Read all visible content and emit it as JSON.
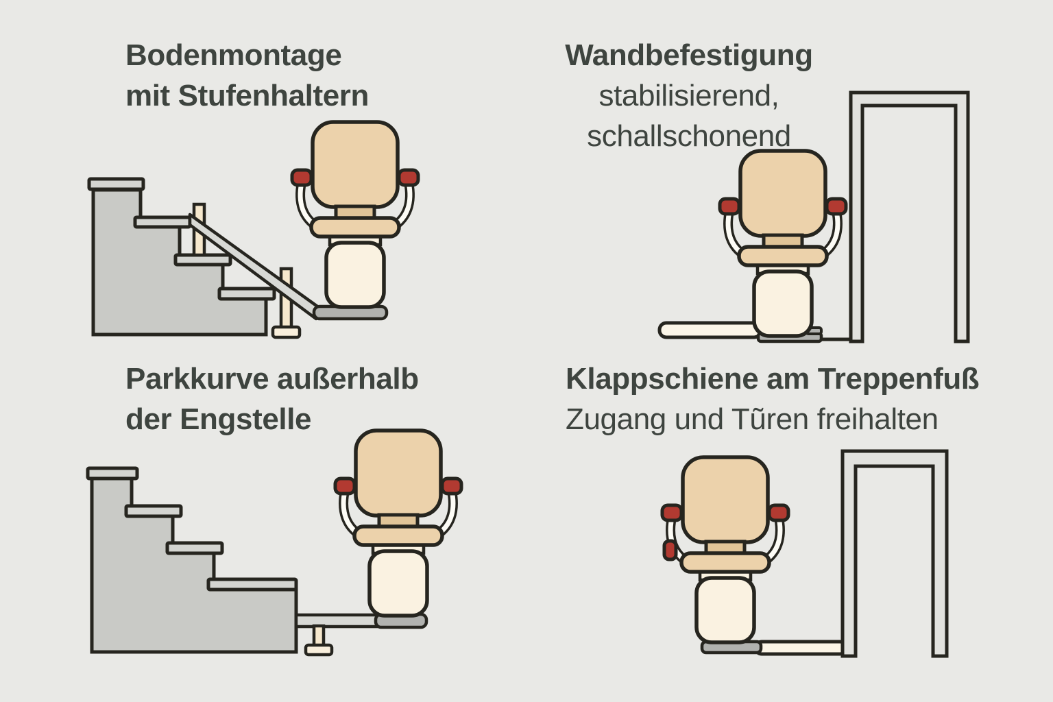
{
  "panels": {
    "top_left": {
      "line1": "Bodenmontage",
      "line2": "mit Stufenhaltern",
      "illustration": "staircase-with-floor-mounted-rail-on-step-posts-and-stairlift-chair"
    },
    "top_right": {
      "line1": "Wandbefestigung",
      "line2": "stabilisierend,",
      "line3": "schallschonend",
      "illustration": "stairlift-chair-on-wall-mounted-rail-beside-door-frame"
    },
    "bottom_left": {
      "line1": "Parkkurve außerhalb",
      "line2": "der Engstelle",
      "illustration": "staircase-with-park-curve-rail-and-stairlift-chair"
    },
    "bottom_right": {
      "line1": "Klappschiene am Treppenfuß",
      "line2": "Zugang und Tũren freihalten",
      "illustration": "stairlift-chair-with-folding-rail-at-stair-base-keeping-door-clear"
    }
  },
  "icons": {
    "staircase": "staircase-icon",
    "stairlift_chair": "stairlift-chair-icon",
    "door_frame": "door-frame-icon",
    "rail": "stairlift-rail-icon",
    "support_post": "rail-support-post-icon"
  },
  "colors": {
    "background": "#e9e9e6",
    "text": "#3e443f",
    "outline": "#26251f",
    "stair_fill": "#c9cac6",
    "tread_fill": "#d4d5d1",
    "rail_gray": "#d8d9d5",
    "footplate_gray": "#b1b2af",
    "chair_tan": "#ecd2ab",
    "chair_neck_tan": "#e0c498",
    "pedestal_cream": "#faf2e1",
    "armrest_white": "#fdfcf6",
    "grip_red": "#b23a31",
    "post_cream": "#f6e8cd",
    "post_base_cream": "#f9efdc",
    "door_frame_fill": "#e2e2de",
    "rail_cream": "#fbf5e7"
  }
}
